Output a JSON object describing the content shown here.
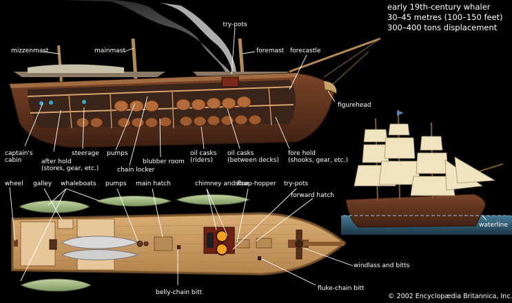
{
  "info": {
    "line1": "early 19th-century whaler",
    "line2": "30–45 metres (100–150 feet)",
    "line3": "300–400 tons displacement"
  },
  "labels": {
    "try_pots_top": "try-pots",
    "mizzenmast": "mizzenmast",
    "mainmast": "mainmast",
    "foremast": "foremast",
    "forecastle": "forecastle",
    "figurehead": "figurehead",
    "captains_cabin": [
      "captain's",
      "cabin"
    ],
    "after_hold": [
      "after hold",
      "(stores, gear, etc.)"
    ],
    "steerage": "steerage",
    "pumps_top": "pumps",
    "chain_locker": "chain locker",
    "blubber_room": "blubber room",
    "oil_casks_riders": [
      "oil casks",
      "(riders)"
    ],
    "oil_casks_between": [
      "oil casks",
      "(between decks)"
    ],
    "fore_hold": [
      "fore hold",
      "(shooks, gear, etc.)"
    ],
    "wheel": "wheel",
    "galley": "galley",
    "whaleboats": "whaleboats",
    "pumps_bottom": "pumps",
    "main_hatch": "main hatch",
    "chimney_flue": "chimney and flue",
    "scrap_hopper": "scrap-hopper",
    "try_pots_bottom": "try-pots",
    "forward_hatch": "forward hatch",
    "waterline": "waterline",
    "windlass_bitts": "windlass and bitts",
    "belly_chain_bitt": "belly-chain bitt",
    "fluke_chain_bitt": "fluke-chain bitt"
  },
  "copyright": "© 2002 Encyclopædia Britannica, Inc.",
  "colors": {
    "background": "#000000",
    "hull": "#6b3a22",
    "hull_dark": "#4a2616",
    "deck": "#c89a62",
    "sail": "#efe3c0",
    "mast": "#b48a55",
    "water": "#3d6d86",
    "whaleboat": "#9bb47a",
    "cask": "#b36b3a",
    "smoke": "#dcdcdc",
    "leader": "#ffffff"
  }
}
